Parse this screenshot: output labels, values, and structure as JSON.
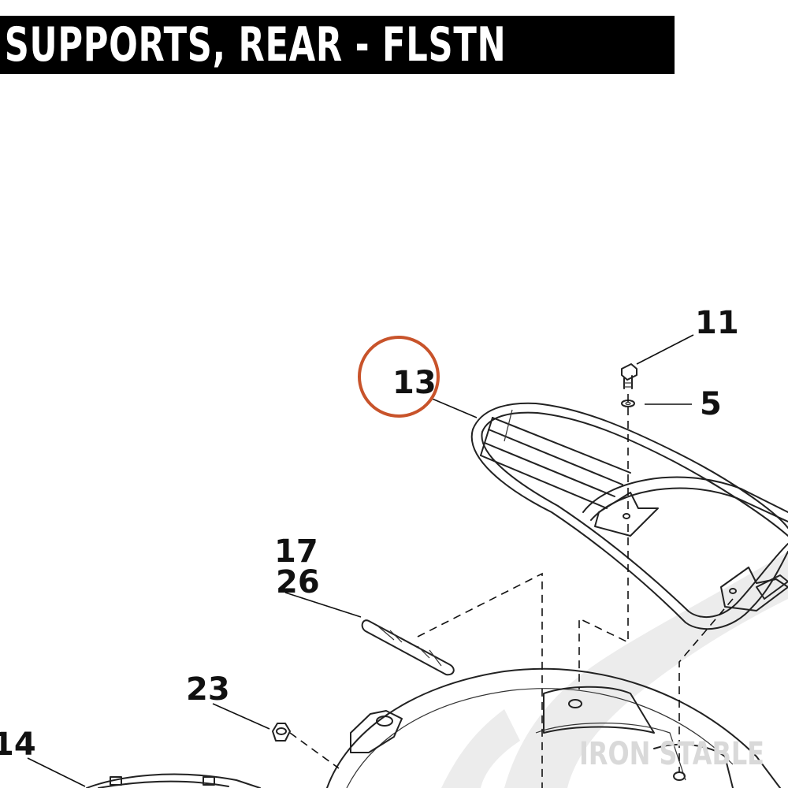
{
  "title": "DER & SUPPORTS, REAR - FLSTN",
  "watermark": "IRON STABLE",
  "highlight_color": "#c8532a",
  "callouts": {
    "c11": "11",
    "c5": "5",
    "c13": "13",
    "c17": "17",
    "c26": "26",
    "c23": "23",
    "c14": "14"
  }
}
